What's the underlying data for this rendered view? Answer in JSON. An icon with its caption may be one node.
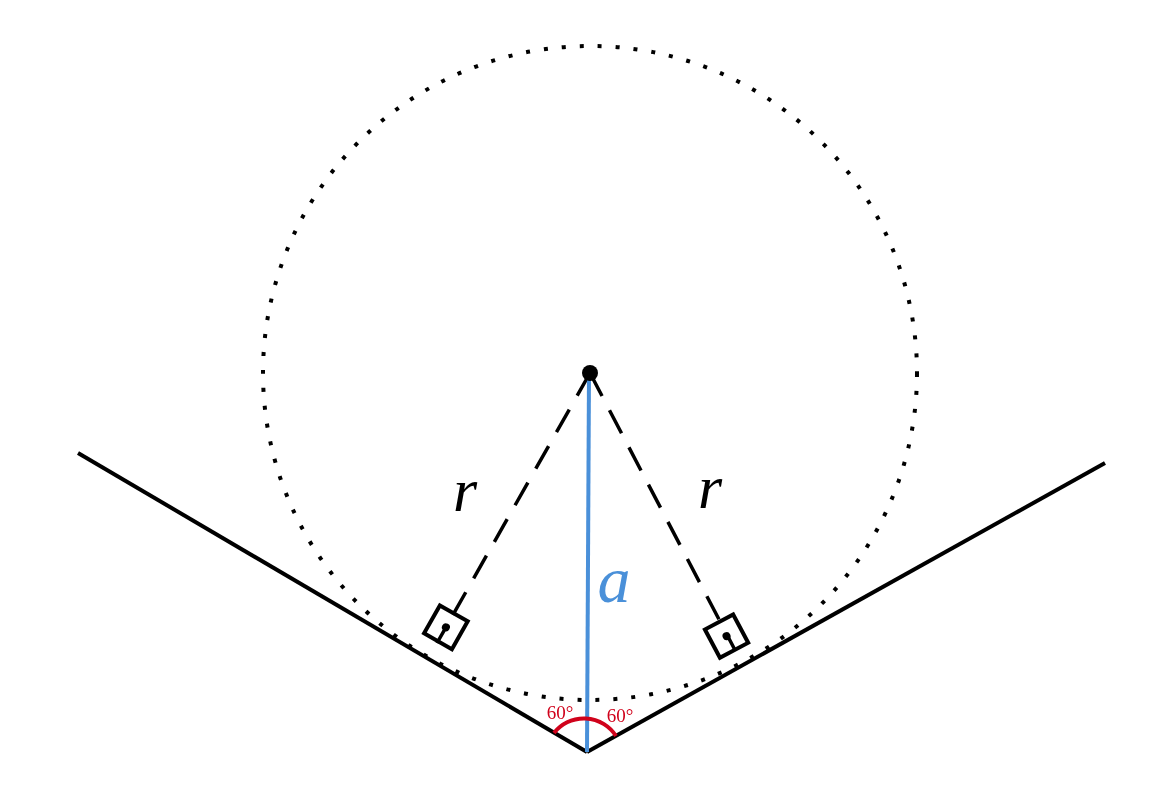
{
  "diagram": {
    "labels": [
      "r",
      "r",
      "a",
      "60°",
      "60°"
    ]
  }
}
